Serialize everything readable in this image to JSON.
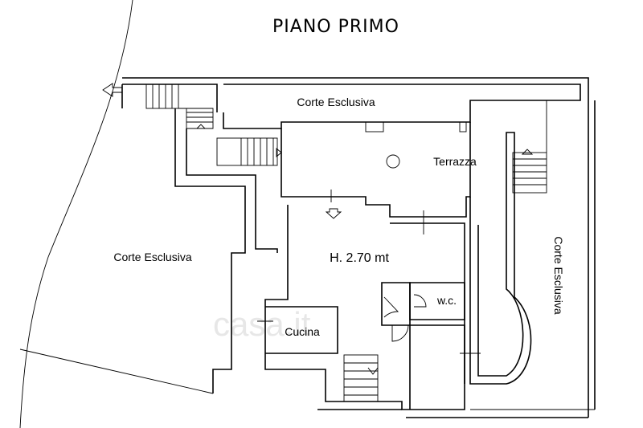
{
  "title": "PIANO PRIMO",
  "labels": {
    "corte_top": "Corte Esclusiva",
    "corte_left": "Corte Esclusiva",
    "corte_right": "Corte Esclusiva",
    "terrazza": "Terrazza",
    "height": "H. 2.70 mt",
    "wc": "w.c.",
    "cucina": "Cucina"
  },
  "watermark": "casa.it"
}
